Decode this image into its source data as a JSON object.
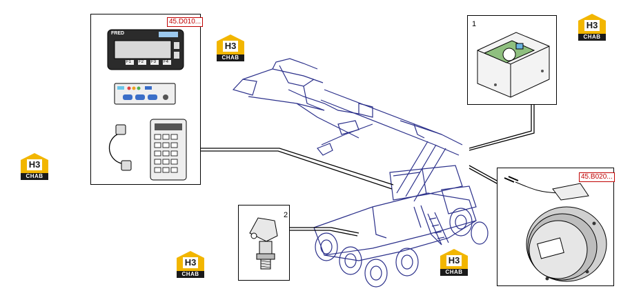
{
  "callouts": {
    "ref_top_left": "45.D010...",
    "ref_right": "45.B020...",
    "item_1": "1",
    "item_2": "2"
  },
  "display_unit": {
    "brand": "FRED",
    "keys": [
      "F1",
      "F2",
      "F3",
      "F4"
    ]
  },
  "logo": {
    "monogram": "H3",
    "caption": "CHAB",
    "accent": "#f2b600",
    "dark": "#1a1a1a"
  },
  "colors": {
    "line": "#2a2f8a",
    "frame": "#000000",
    "ref": "#c00000"
  }
}
